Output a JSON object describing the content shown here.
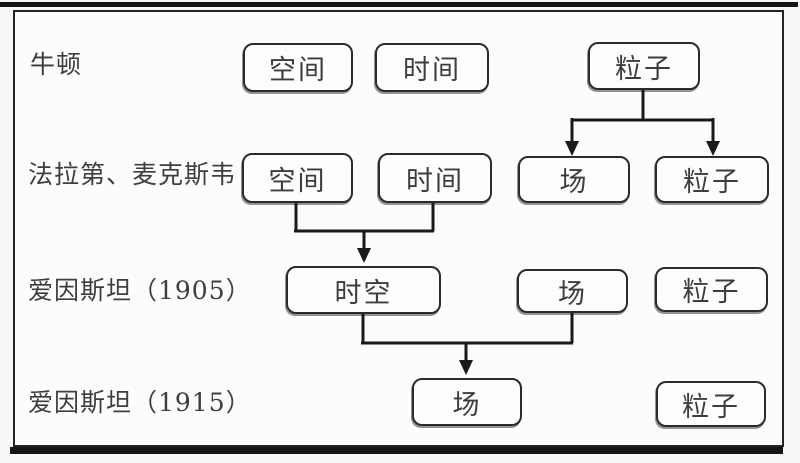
{
  "diagram": {
    "description": "Evolution of fundamental physics ingredients across eras",
    "colors": {
      "background": "#f6f6f4",
      "frame_fill": "#fcfcfa",
      "line": "#1a1a1a",
      "box_border": "#2b2b2b",
      "box_fill": "#fdfdfc",
      "text": "#3d3d3d"
    },
    "rows": [
      {
        "label": "牛顿",
        "boxes": [
          "空间",
          "时间",
          "粒子"
        ]
      },
      {
        "label": "法拉第、麦克斯韦",
        "boxes": [
          "空间",
          "时间",
          "场",
          "粒子"
        ]
      },
      {
        "label": "爱因斯坦（1905）",
        "boxes": [
          "时空",
          "场",
          "粒子"
        ]
      },
      {
        "label": "爱因斯坦（1915）",
        "boxes": [
          "场",
          "粒子"
        ]
      }
    ],
    "connectors": [
      {
        "name": "particle-splits-to-field-and-particle",
        "from": [
          "牛顿:粒子"
        ],
        "to": [
          "法拉第、麦克斯韦:场",
          "法拉第、麦克斯韦:粒子"
        ]
      },
      {
        "name": "space-and-time-merge-to-spacetime",
        "from": [
          "法拉第、麦克斯韦:空间",
          "法拉第、麦克斯韦:时间"
        ],
        "to": [
          "爱因斯坦（1905）:时空"
        ]
      },
      {
        "name": "spacetime-and-field-merge-to-field",
        "from": [
          "爱因斯坦（1905）:时空",
          "爱因斯坦（1905）:场"
        ],
        "to": [
          "爱因斯坦（1915）:场"
        ]
      }
    ]
  }
}
